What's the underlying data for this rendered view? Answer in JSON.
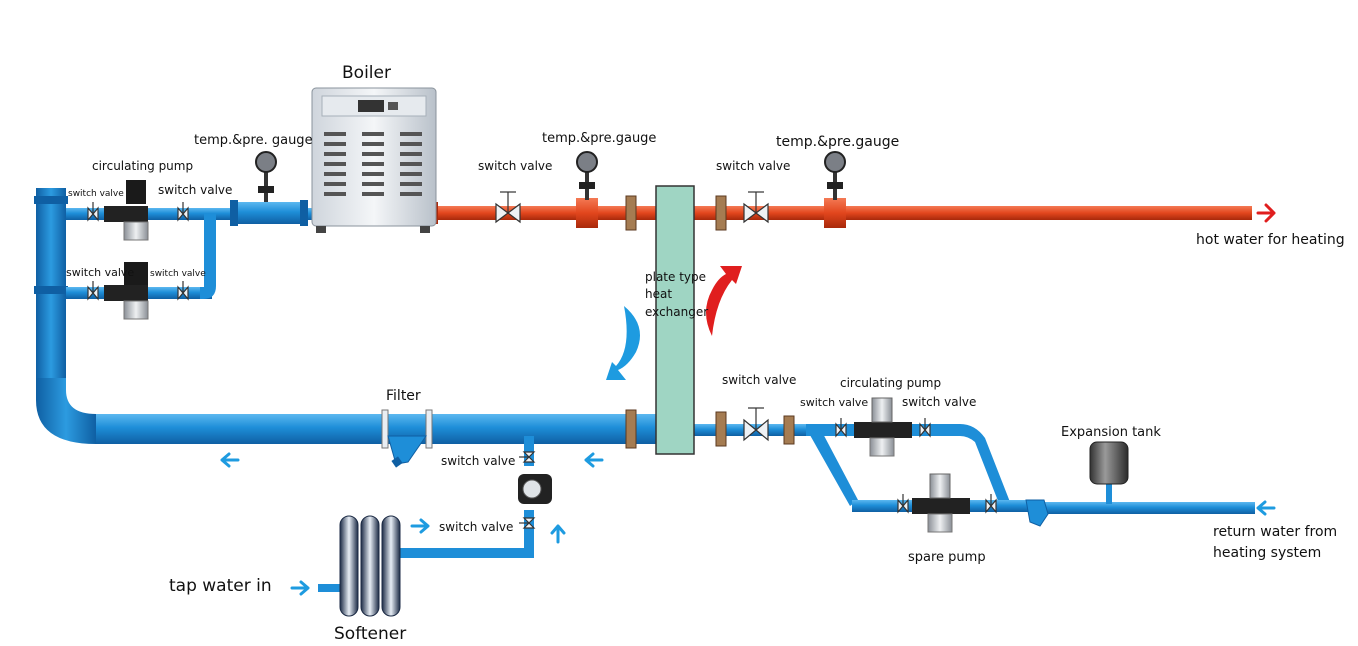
{
  "labels": {
    "boiler": "Boiler",
    "gauge_left": "temp.&pre. gauge",
    "gauge_mid": "temp.&pre.gauge",
    "gauge_right": "temp.&pre.gauge",
    "circ_pump_top": "circulating pump",
    "switch_valve_small": "switch valve",
    "switch_valve": "switch valve",
    "heat_exchanger_line1": "plate type",
    "heat_exchanger_line2": "heat",
    "heat_exchanger_line3": "exchanger",
    "filter": "Filter",
    "circ_pump_bottom": "circulating pump",
    "expansion_tank": "Expansion tank",
    "spare_pump": "spare pump",
    "hot_water": "hot water for heating",
    "return_line1": "return water from",
    "return_line2": "heating system",
    "tap_water": "tap water in",
    "softener": "Softener"
  },
  "colors": {
    "cold_pipe": "#1e8ed8",
    "cold_pipe_dark": "#0f64a8",
    "hot_pipe": "#e2461d",
    "hot_pipe_dark": "#b22a0c",
    "arrow_blue": "#1e9be0",
    "arrow_red": "#e01e1e",
    "exchanger": "#9fd5c3"
  },
  "icons": [
    "flow-arrow-icon",
    "pressure-gauge-icon",
    "valve-icon",
    "pump-icon"
  ]
}
